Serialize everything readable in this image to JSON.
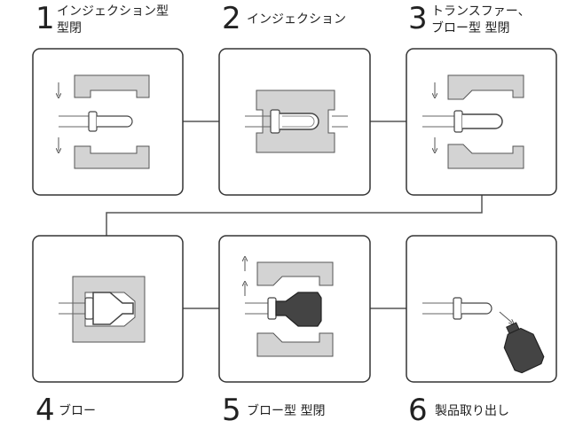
{
  "steps": [
    {
      "number": "1",
      "label_line1": "インジェクション型",
      "label_line2": "型閉"
    },
    {
      "number": "2",
      "label_line1": "インジェクション",
      "label_line2": ""
    },
    {
      "number": "3",
      "label_line1": "トランスファー、",
      "label_line2": "ブロー型 型閉"
    },
    {
      "number": "4",
      "label_line1": "ブロー",
      "label_line2": ""
    },
    {
      "number": "5",
      "label_line1": "ブロー型 型閉",
      "label_line2": ""
    },
    {
      "number": "6",
      "label_line1": "製品取り出し",
      "label_line2": ""
    }
  ],
  "colors": {
    "mold_fill": "#d3d3d3",
    "frame_stroke": "#333333",
    "bottle_fill": "#444444",
    "background": "#ffffff"
  }
}
